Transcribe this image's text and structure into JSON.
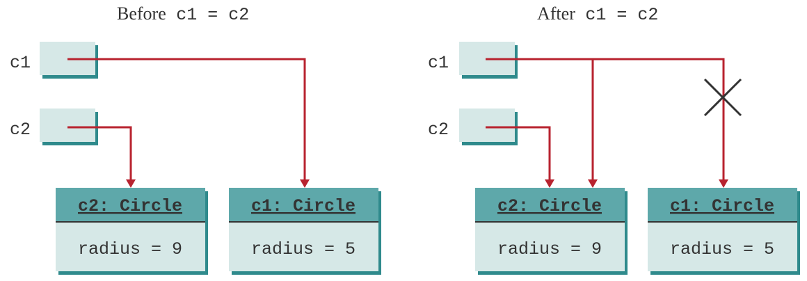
{
  "panels": [
    {
      "title_prefix": "Before",
      "title_code": "c1 = c2",
      "variables": [
        {
          "name": "c1"
        },
        {
          "name": "c2"
        }
      ],
      "objects": [
        {
          "header": "c2: Circle",
          "field": "radius = 9"
        },
        {
          "header": "c1: Circle",
          "field": "radius = 5"
        }
      ]
    },
    {
      "title_prefix": "After",
      "title_code": "c1 = c2",
      "variables": [
        {
          "name": "c1"
        },
        {
          "name": "c2"
        }
      ],
      "objects": [
        {
          "header": "c2: Circle",
          "field": "radius = 9"
        },
        {
          "header": "c1: Circle",
          "field": "radius = 5"
        }
      ]
    }
  ],
  "colors": {
    "arrow": "#b8232f",
    "object_header": "#5ea8aa",
    "object_body": "#d6e8e7",
    "variable_box": "#d6e8e7",
    "shadow": "#2f8a8c",
    "divider": "#333333",
    "text": "#333333"
  }
}
